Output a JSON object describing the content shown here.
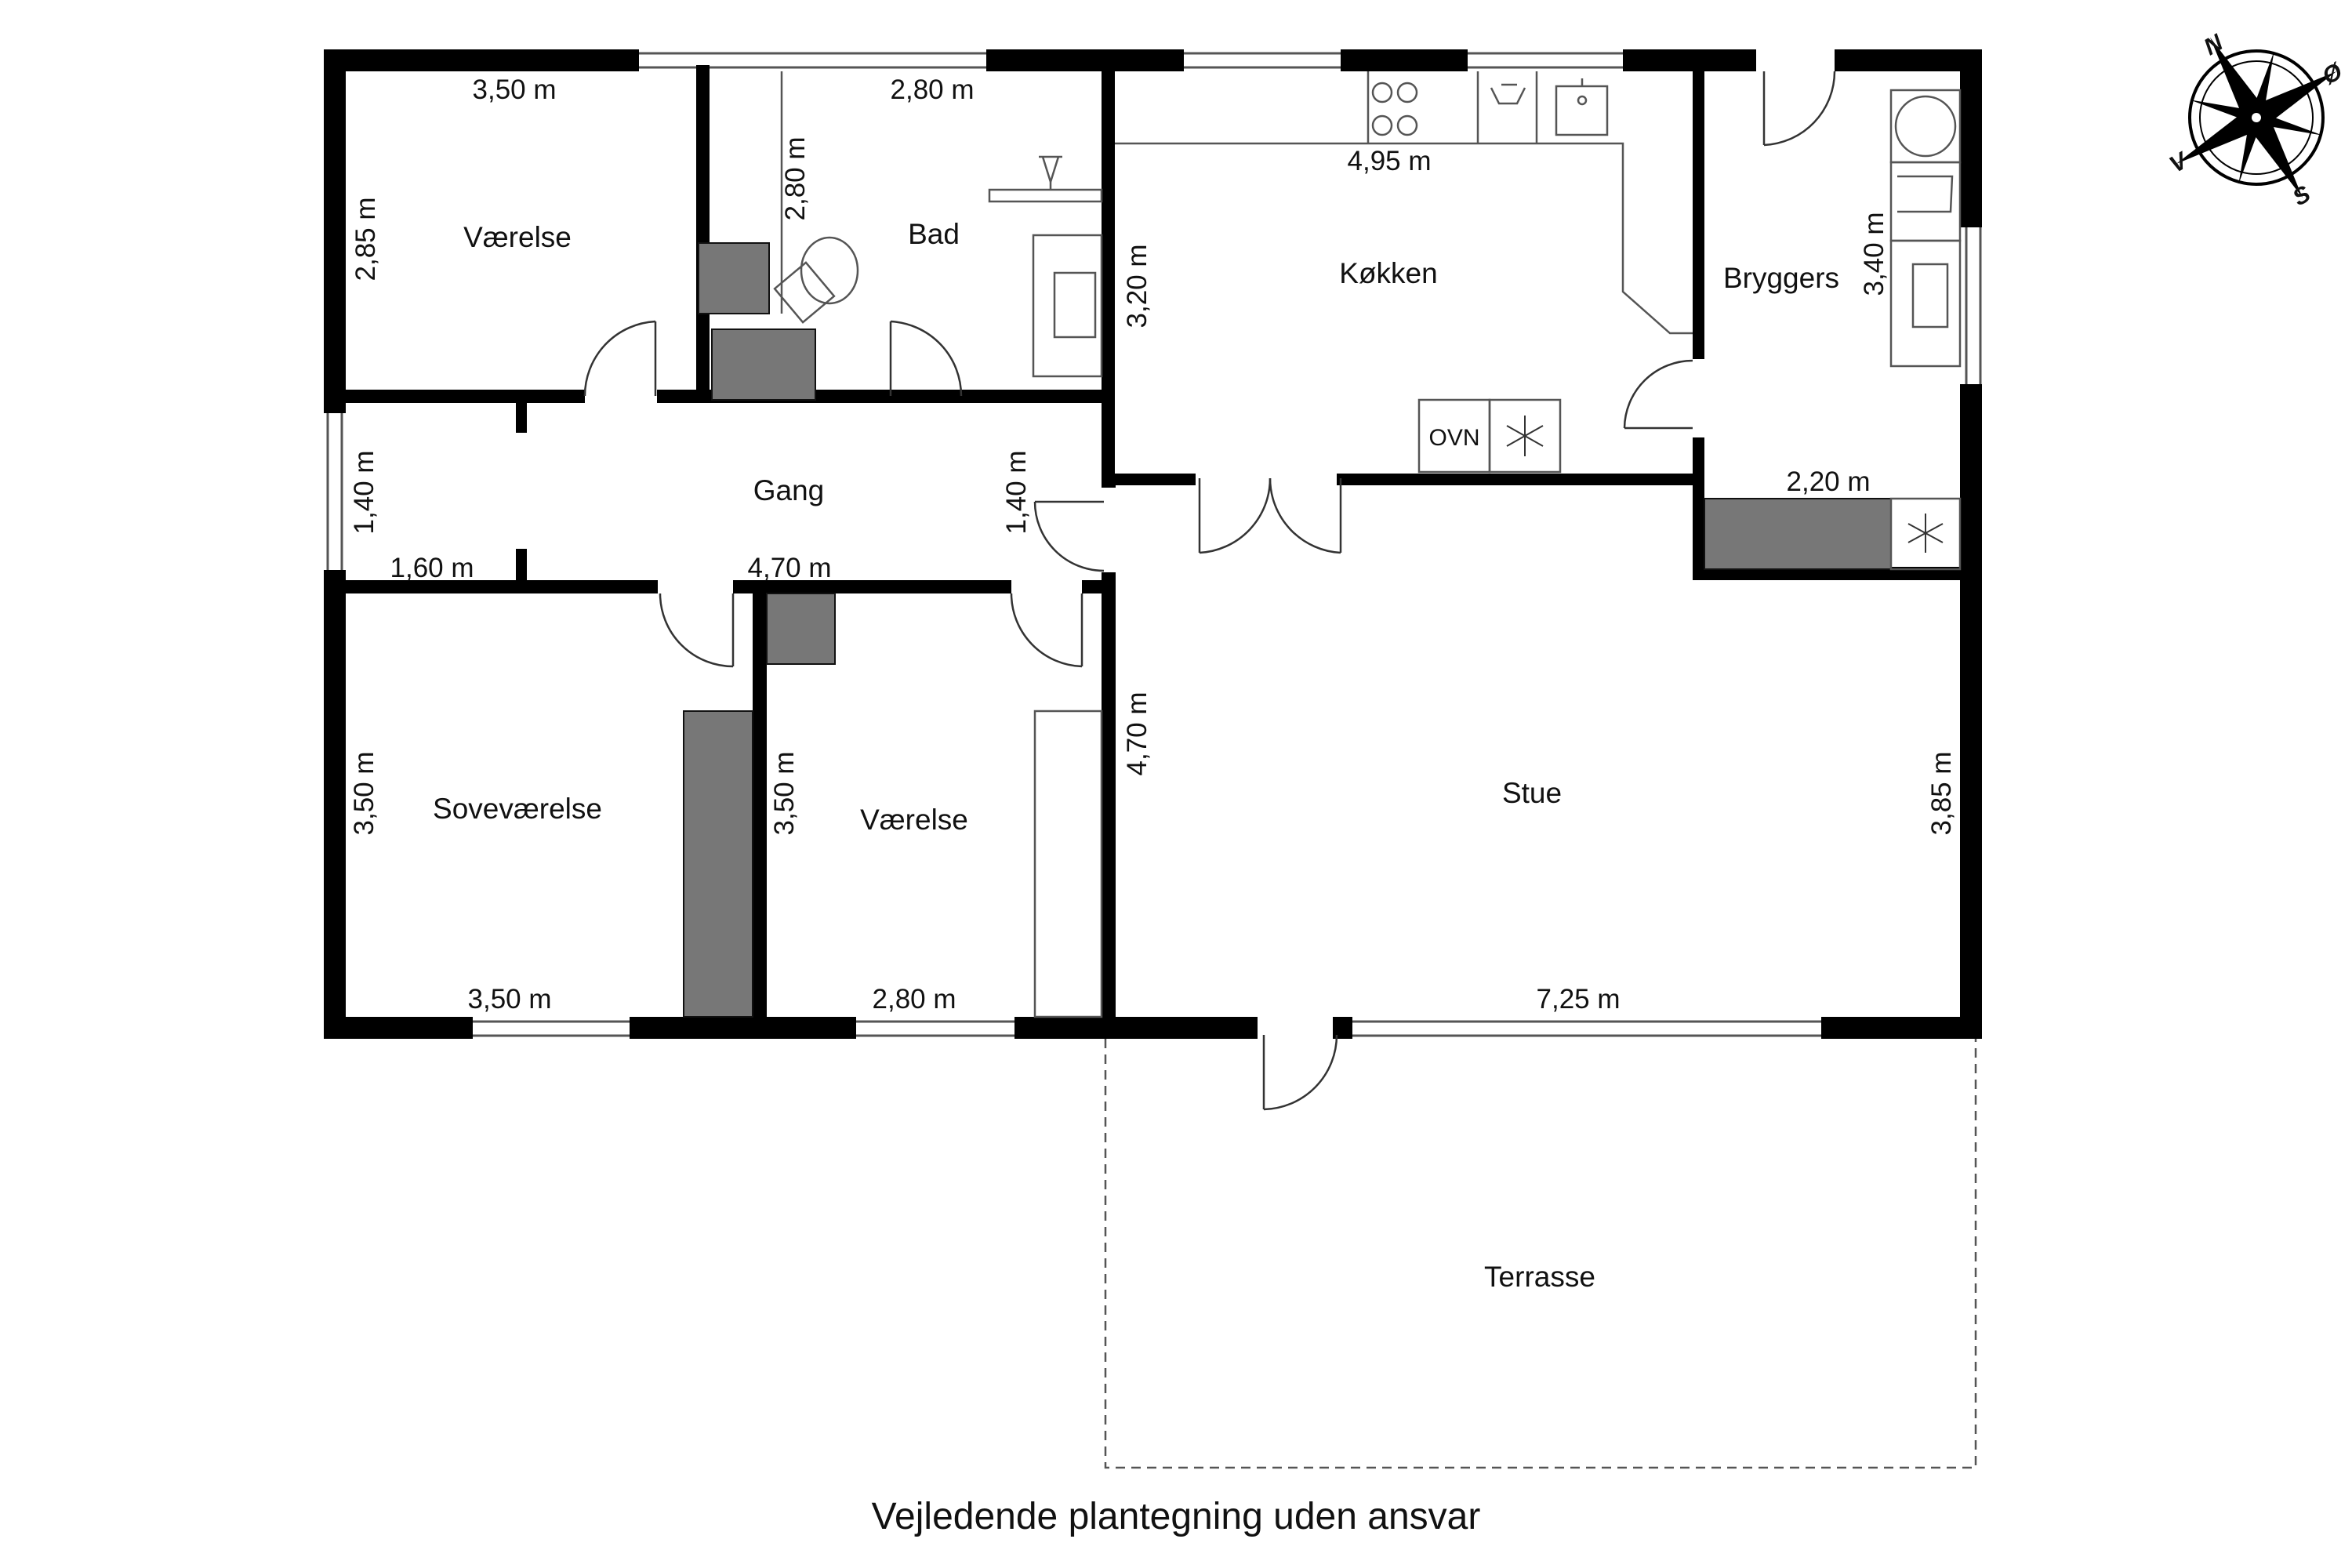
{
  "rooms": {
    "vaerelse_1": "Værelse",
    "bad": "Bad",
    "koekken": "Køkken",
    "bryggers": "Bryggers",
    "gang": "Gang",
    "sovevaerelse": "Soveværelse",
    "vaerelse_2": "Værelse",
    "stue": "Stue",
    "terrasse": "Terrasse"
  },
  "dimensions": {
    "vaerelse_1_width": "3,50 m",
    "vaerelse_1_depth": "2,85 m",
    "bad_width": "2,80 m",
    "bad_depth": "2,80 m",
    "koekken_width": "4,95 m",
    "koekken_depth": "3,20 m",
    "bryggers_depth": "3,40 m",
    "bryggers_width": "2,20 m",
    "gang_depth_left": "1,40 m",
    "gang_depth_right": "1,40 m",
    "gang_width_left": "1,60 m",
    "gang_width_main": "4,70 m",
    "sovevaerelse_depth": "3,50 m",
    "sovevaerelse_width": "3,50 m",
    "vaerelse_2_depth": "3,50 m",
    "vaerelse_2_width": "2,80 m",
    "stue_depth_left": "4,70 m",
    "stue_depth_right": "3,85 m",
    "stue_width": "7,25 m"
  },
  "appliances": {
    "oven": "OVN"
  },
  "compass": {
    "north": "N",
    "east": "Ø",
    "south": "S",
    "west": "V"
  },
  "caption": "Vejledende plantegning uden ansvar",
  "colors": {
    "wall": "#000000",
    "fixture_fill": "#777777",
    "line": "#555555"
  }
}
